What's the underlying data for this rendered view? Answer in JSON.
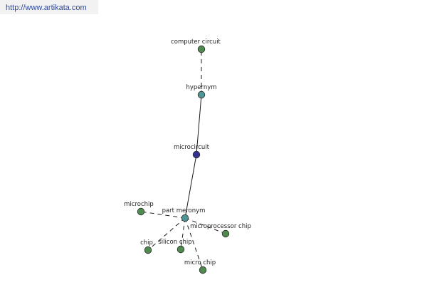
{
  "header": {
    "url": "http://www.artikata.com"
  },
  "colors": {
    "background": "#ffffff",
    "url_bar_bg": "#f2f2f2",
    "url_text": "#2f4a9a",
    "leaf_node": "#4f8a4f",
    "relation_node": "#4f9595",
    "central_node": "#33338f"
  },
  "graph": {
    "nodes": {
      "computer_circuit": {
        "label": "computer circuit",
        "kind": "leaf"
      },
      "hypernym": {
        "label": "hypernym",
        "kind": "relation"
      },
      "microcircuit": {
        "label": "microcircuit",
        "kind": "central"
      },
      "part_meronym": {
        "label": "part meronym",
        "kind": "relation"
      },
      "microchip": {
        "label": "microchip",
        "kind": "leaf"
      },
      "microprocessor_chip": {
        "label": "microprocessor chip",
        "kind": "leaf"
      },
      "chip": {
        "label": "chip",
        "kind": "leaf"
      },
      "silicon_chip": {
        "label": "silicon chip",
        "kind": "leaf"
      },
      "micro_chip": {
        "label": "micro chip",
        "kind": "leaf"
      }
    },
    "edges": [
      {
        "from": "hypernym",
        "to": "computer_circuit",
        "style": "dashed"
      },
      {
        "from": "microcircuit",
        "to": "hypernym",
        "style": "solid"
      },
      {
        "from": "microcircuit",
        "to": "part_meronym",
        "style": "solid"
      },
      {
        "from": "part_meronym",
        "to": "microchip",
        "style": "dashed"
      },
      {
        "from": "part_meronym",
        "to": "microprocessor_chip",
        "style": "dashed"
      },
      {
        "from": "part_meronym",
        "to": "chip",
        "style": "dashed"
      },
      {
        "from": "part_meronym",
        "to": "silicon_chip",
        "style": "dashed"
      },
      {
        "from": "part_meronym",
        "to": "micro_chip",
        "style": "dashed"
      }
    ]
  }
}
